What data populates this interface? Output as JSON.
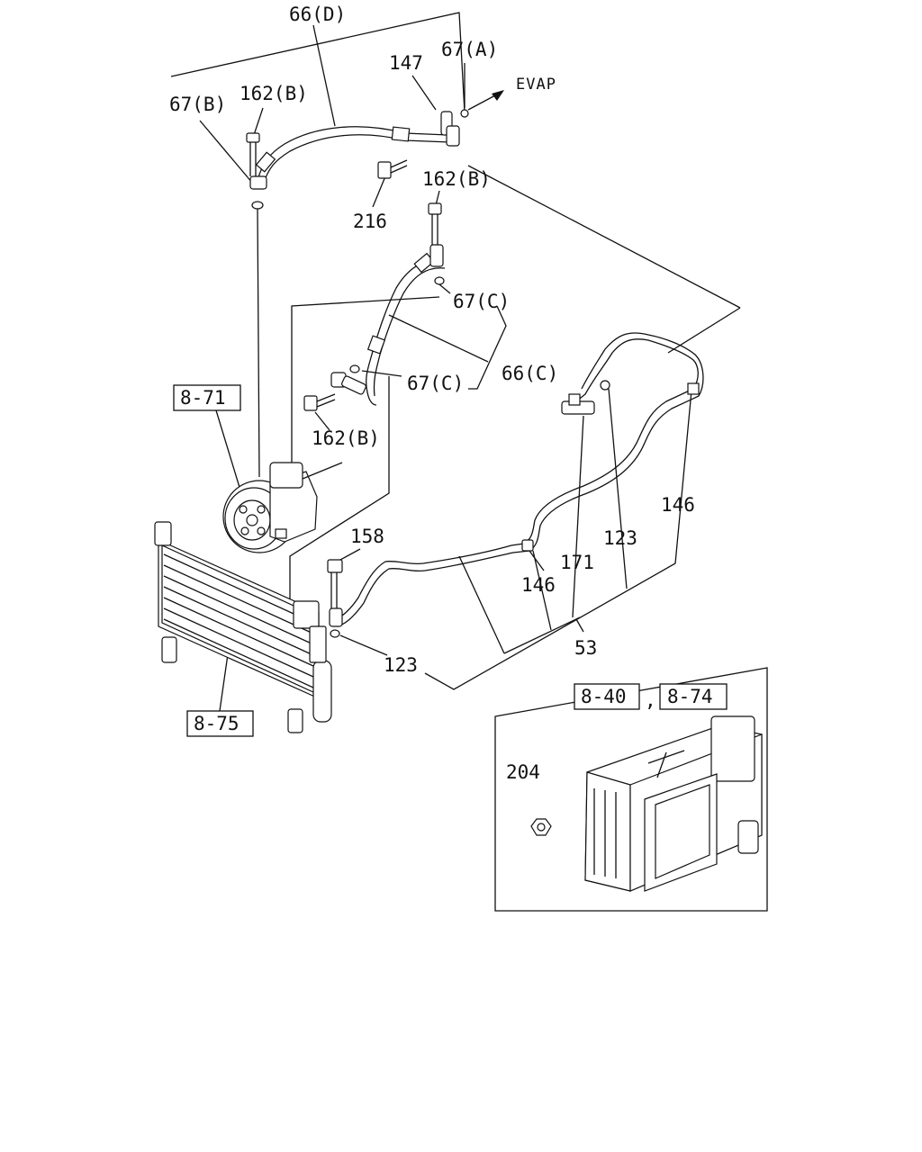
{
  "labels": {
    "l66d": "66(D)",
    "l147": "147",
    "l67a": "67(A)",
    "evap": "EVAP",
    "l67b": "67(B)",
    "l162b_top": "162(B)",
    "l216": "216",
    "l162b_mid": "162(B)",
    "l67c_upper": "67(C)",
    "l66c": "66(C)",
    "l67c_lower": "67(C)",
    "l162b_low": "162(B)",
    "l158": "158",
    "l146_right": "146",
    "l123_right": "123",
    "l171": "171",
    "l146_mid": "146",
    "l53": "53",
    "l123_bottom": "123",
    "l204": "204"
  },
  "refs": {
    "r871": "8-71",
    "r875": "8-75",
    "r840": "8-40",
    "r874": "8-74",
    "comma": ","
  }
}
